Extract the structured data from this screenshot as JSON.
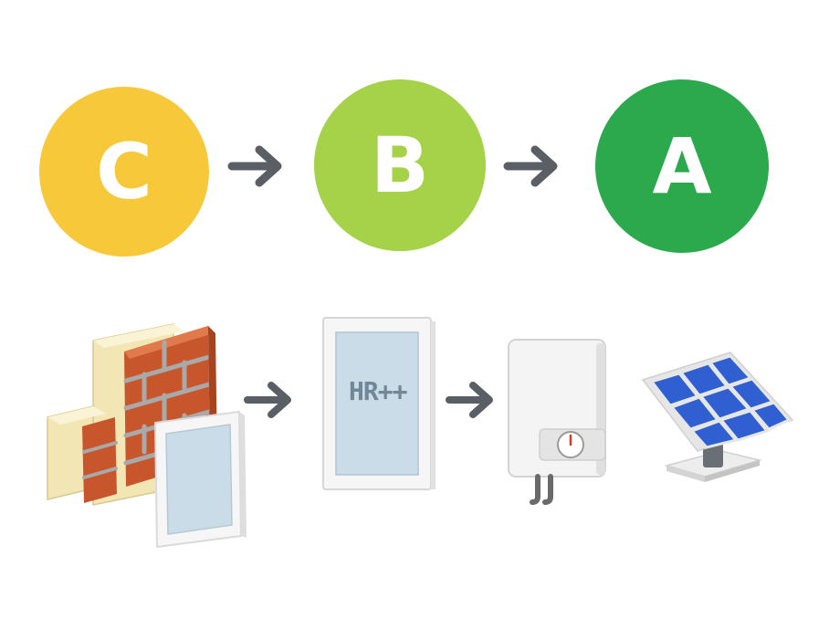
{
  "energy_labels": {
    "items": [
      {
        "letter": "C",
        "color": "#F7C93A"
      },
      {
        "letter": "B",
        "color": "#A6D24A"
      },
      {
        "letter": "A",
        "color": "#2CA94C"
      }
    ],
    "arrow_color": "#5A5F66"
  },
  "upgrades": {
    "glass_text": "HR++",
    "items": [
      {
        "icon": "insulation-wall-icon"
      },
      {
        "icon": "hr-glass-window-icon"
      },
      {
        "icon": "boiler-icon"
      },
      {
        "icon": "solar-panel-icon"
      }
    ],
    "colors": {
      "brick": "#C8562C",
      "mortar": "#A9A9A9",
      "insulation": "#F3E6B5",
      "window_frame": "#F6F6F6",
      "glass": "#C9DCE7",
      "solar_cell": "#2F5FD0"
    }
  }
}
